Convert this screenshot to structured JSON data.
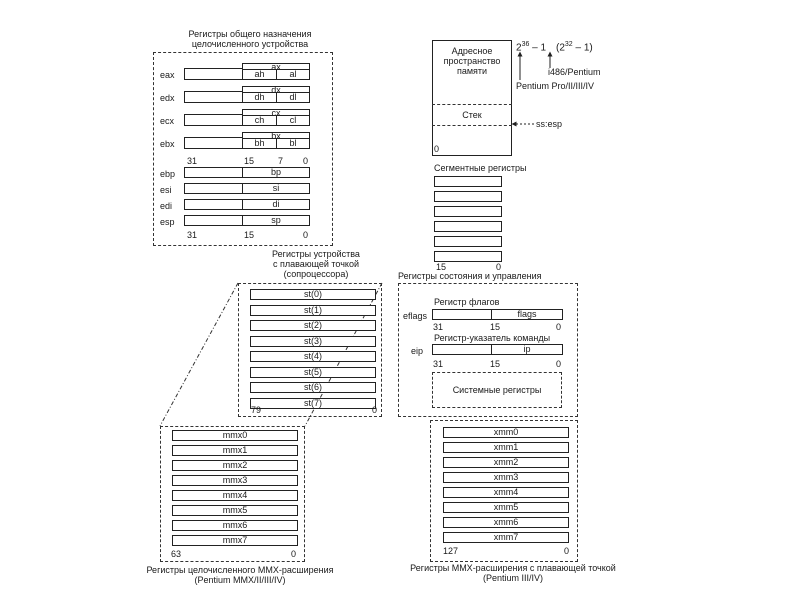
{
  "gp": {
    "title1": "Регистры общего назначения",
    "title2": "целочисленного устройства",
    "regs": [
      {
        "name": "eax",
        "full": "ax",
        "hi": "ah",
        "lo": "al"
      },
      {
        "name": "edx",
        "full": "dx",
        "hi": "dh",
        "lo": "dl"
      },
      {
        "name": "ecx",
        "full": "cx",
        "hi": "ch",
        "lo": "cl"
      },
      {
        "name": "ebx",
        "full": "bx",
        "hi": "bh",
        "lo": "bl"
      }
    ],
    "bits1": {
      "b31": "31",
      "b15": "15",
      "b7": "7",
      "b0": "0"
    },
    "regs2": [
      {
        "name": "ebp",
        "low": "bp"
      },
      {
        "name": "esi",
        "low": "si"
      },
      {
        "name": "edi",
        "low": "di"
      },
      {
        "name": "esp",
        "low": "sp"
      }
    ],
    "bits2": {
      "b31": "31",
      "b15": "15",
      "b0": "0"
    }
  },
  "addr": {
    "box1": "Адресное",
    "box2": "пространство",
    "box3": "памяти",
    "stack": "Стек",
    "zero": "0",
    "pow1_base": "2",
    "pow1_exp": "36",
    "pow1_rest": "– 1",
    "pow2_open": "(2",
    "pow2_exp": "32",
    "pow2_rest": "– 1)",
    "cpu1": "i486/Pentium",
    "cpu2": "Pentium Pro/II/III/IV",
    "ssesp": "ss:esp"
  },
  "seg": {
    "title": "Сегментные регистры",
    "count": 6,
    "b15": "15",
    "b0": "0"
  },
  "fpu": {
    "title1": "Регистры устройства",
    "title2": "с плавающей точкой",
    "title3": "(сопроцессора)",
    "regs": [
      "st(0)",
      "st(1)",
      "st(2)",
      "st(3)",
      "st(4)",
      "st(5)",
      "st(6)",
      "st(7)"
    ],
    "b79": "79",
    "b0": "0"
  },
  "ctrl": {
    "title": "Регистры состояния и управления",
    "flags_title": "Регистр флагов",
    "eflags": "eflags",
    "flags": "flags",
    "b31a": "31",
    "b15a": "15",
    "b0a": "0",
    "ip_title": "Регистр-указатель команды",
    "eip": "eip",
    "ip": "ip",
    "b31b": "31",
    "b15b": "15",
    "b0b": "0",
    "sys": "Системные регистры"
  },
  "mmx": {
    "regs": [
      "mmx0",
      "mmx1",
      "mmx2",
      "mmx3",
      "mmx4",
      "mmx5",
      "mmx6",
      "mmx7"
    ],
    "b63": "63",
    "b0": "0",
    "cap1": "Регистры целочисленного MMX-расширения",
    "cap2": "(Pentium MMX/II/III/IV)"
  },
  "xmm": {
    "regs": [
      "xmm0",
      "xmm1",
      "xmm2",
      "xmm3",
      "xmm4",
      "xmm5",
      "xmm6",
      "xmm7"
    ],
    "b127": "127",
    "b0": "0",
    "cap1": "Регистры MMX-расширения с плавающей точкой",
    "cap2": "(Pentium III/IV)"
  }
}
